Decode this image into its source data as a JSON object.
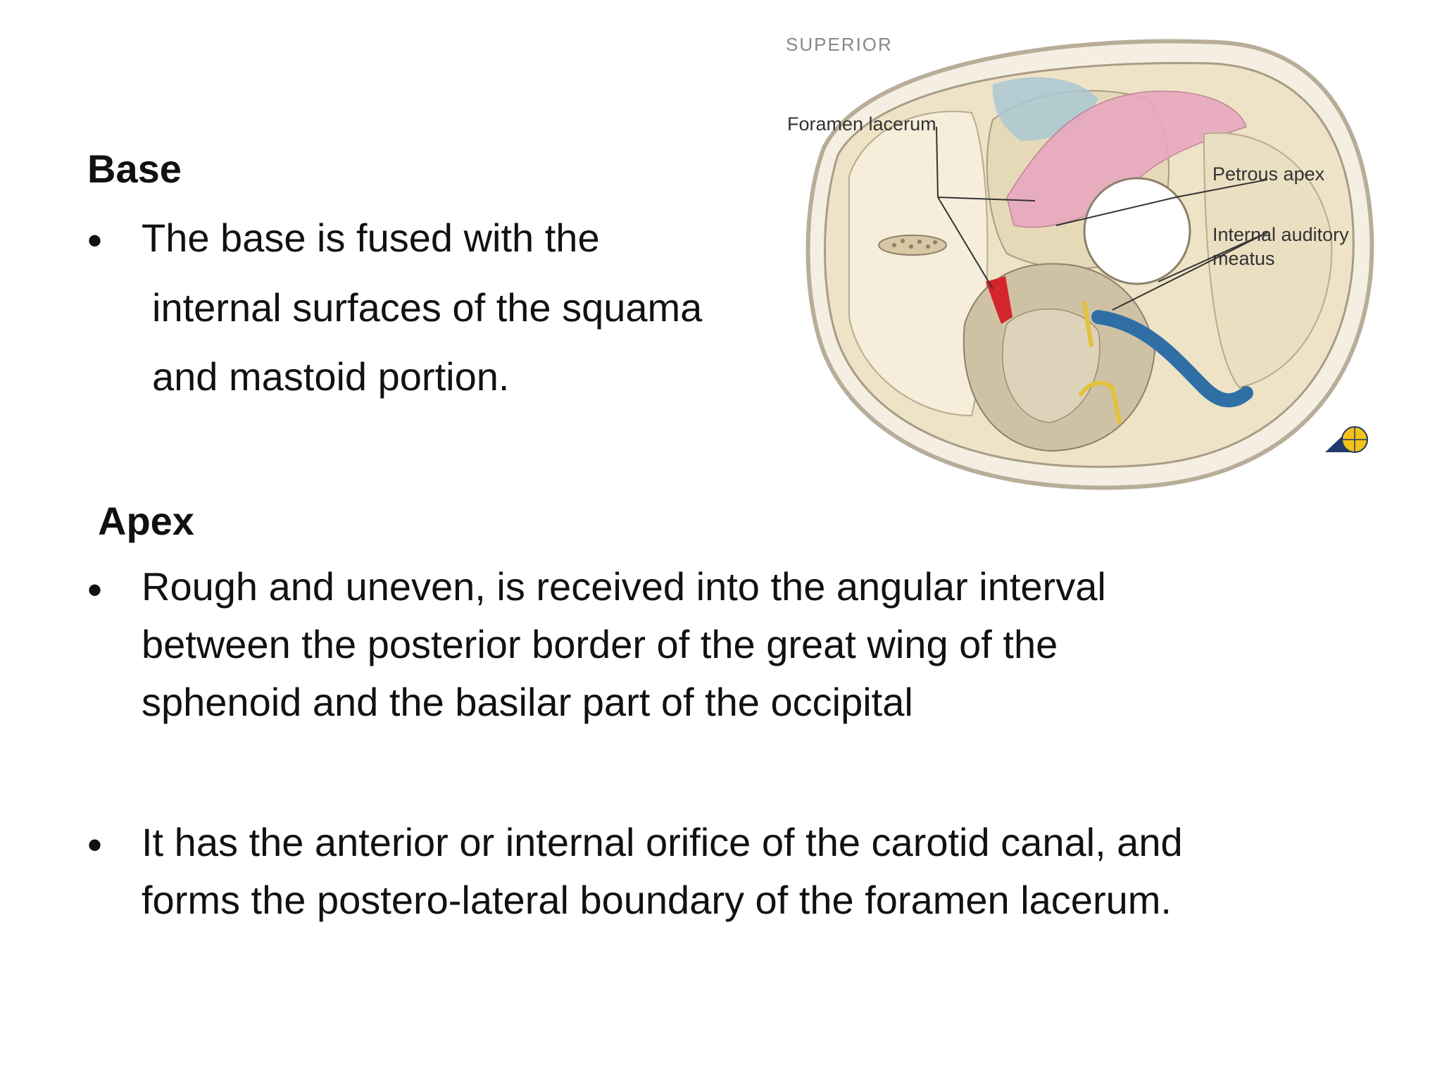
{
  "slide": {
    "base": {
      "heading": "Base",
      "bullet": "•",
      "lines": [
        "The base is fused with the",
        "internal surfaces of the squama",
        "and mastoid portion."
      ]
    },
    "apex": {
      "heading": "Apex",
      "bullets": [
        {
          "symbol": "•",
          "lines": [
            "Rough and uneven, is received into the angular interval",
            "between the posterior border of the great wing of the",
            "sphenoid and the basilar part of the occipital"
          ]
        },
        {
          "symbol": "•",
          "lines": [
            "It has the anterior or internal orifice of the carotid canal, and",
            "forms the postero-lateral boundary of the foramen lacerum."
          ]
        }
      ]
    }
  },
  "figure": {
    "orientation_label": "SUPERIOR",
    "labels": {
      "foramen_lacerum": "Foramen lacerum",
      "petrous_apex": "Petrous apex",
      "internal_auditory_meatus_1": "Internal auditory",
      "internal_auditory_meatus_2": "meatus"
    },
    "colors": {
      "bone": "#eee3c6",
      "bone_dark": "#d8c9a4",
      "outline": "#a89c86",
      "blue_region": "#a9c7d2",
      "pink_region": "#e8a9bf",
      "carotid": "#d4242c",
      "sinus": "#2f6fa6",
      "nerve": "#e2c23a",
      "logo_navy": "#1f3a6b",
      "logo_yellow": "#f2c21a"
    }
  }
}
